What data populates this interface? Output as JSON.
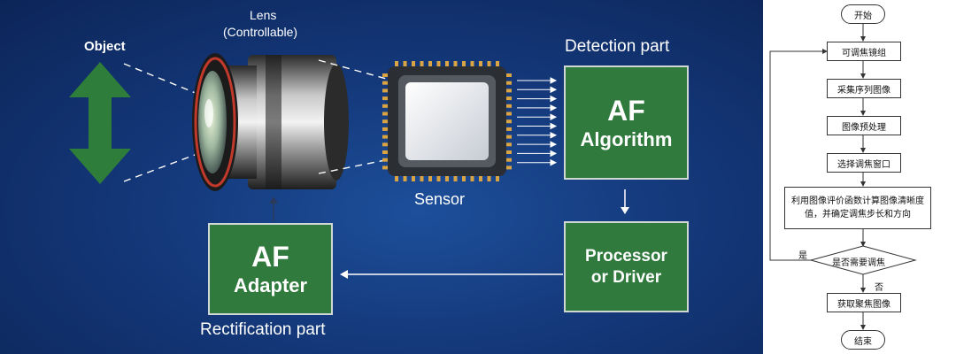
{
  "diagram": {
    "object_label": "Object",
    "lens_label": "Lens",
    "lens_sub": "(Controllable)",
    "sensor_label": "Sensor",
    "detection_label": "Detection part",
    "rectification_label": "Rectification part",
    "af_algorithm": {
      "line1": "AF",
      "line2": "Algorithm"
    },
    "processor": {
      "line1": "Processor",
      "line2": "or Driver"
    },
    "af_adapter": {
      "line1": "AF",
      "line2": "Adapter"
    }
  },
  "flowchart": {
    "start": "开始",
    "steps": [
      "可调焦镜组",
      "采集序列图像",
      "图像预处理",
      "选择调焦窗口",
      "利用图像评价函数计算图像清晰度值，并确定调焦步长和方向"
    ],
    "decision": "是否需要调焦",
    "yes_label": "是",
    "no_label": "否",
    "final_step": "获取聚焦图像",
    "end": "结束"
  },
  "colors": {
    "background_blue": "#14387a",
    "box_green": "#2f7a3c",
    "arrow_green": "#2e7d3a",
    "lens_ring": "#c0392b"
  }
}
